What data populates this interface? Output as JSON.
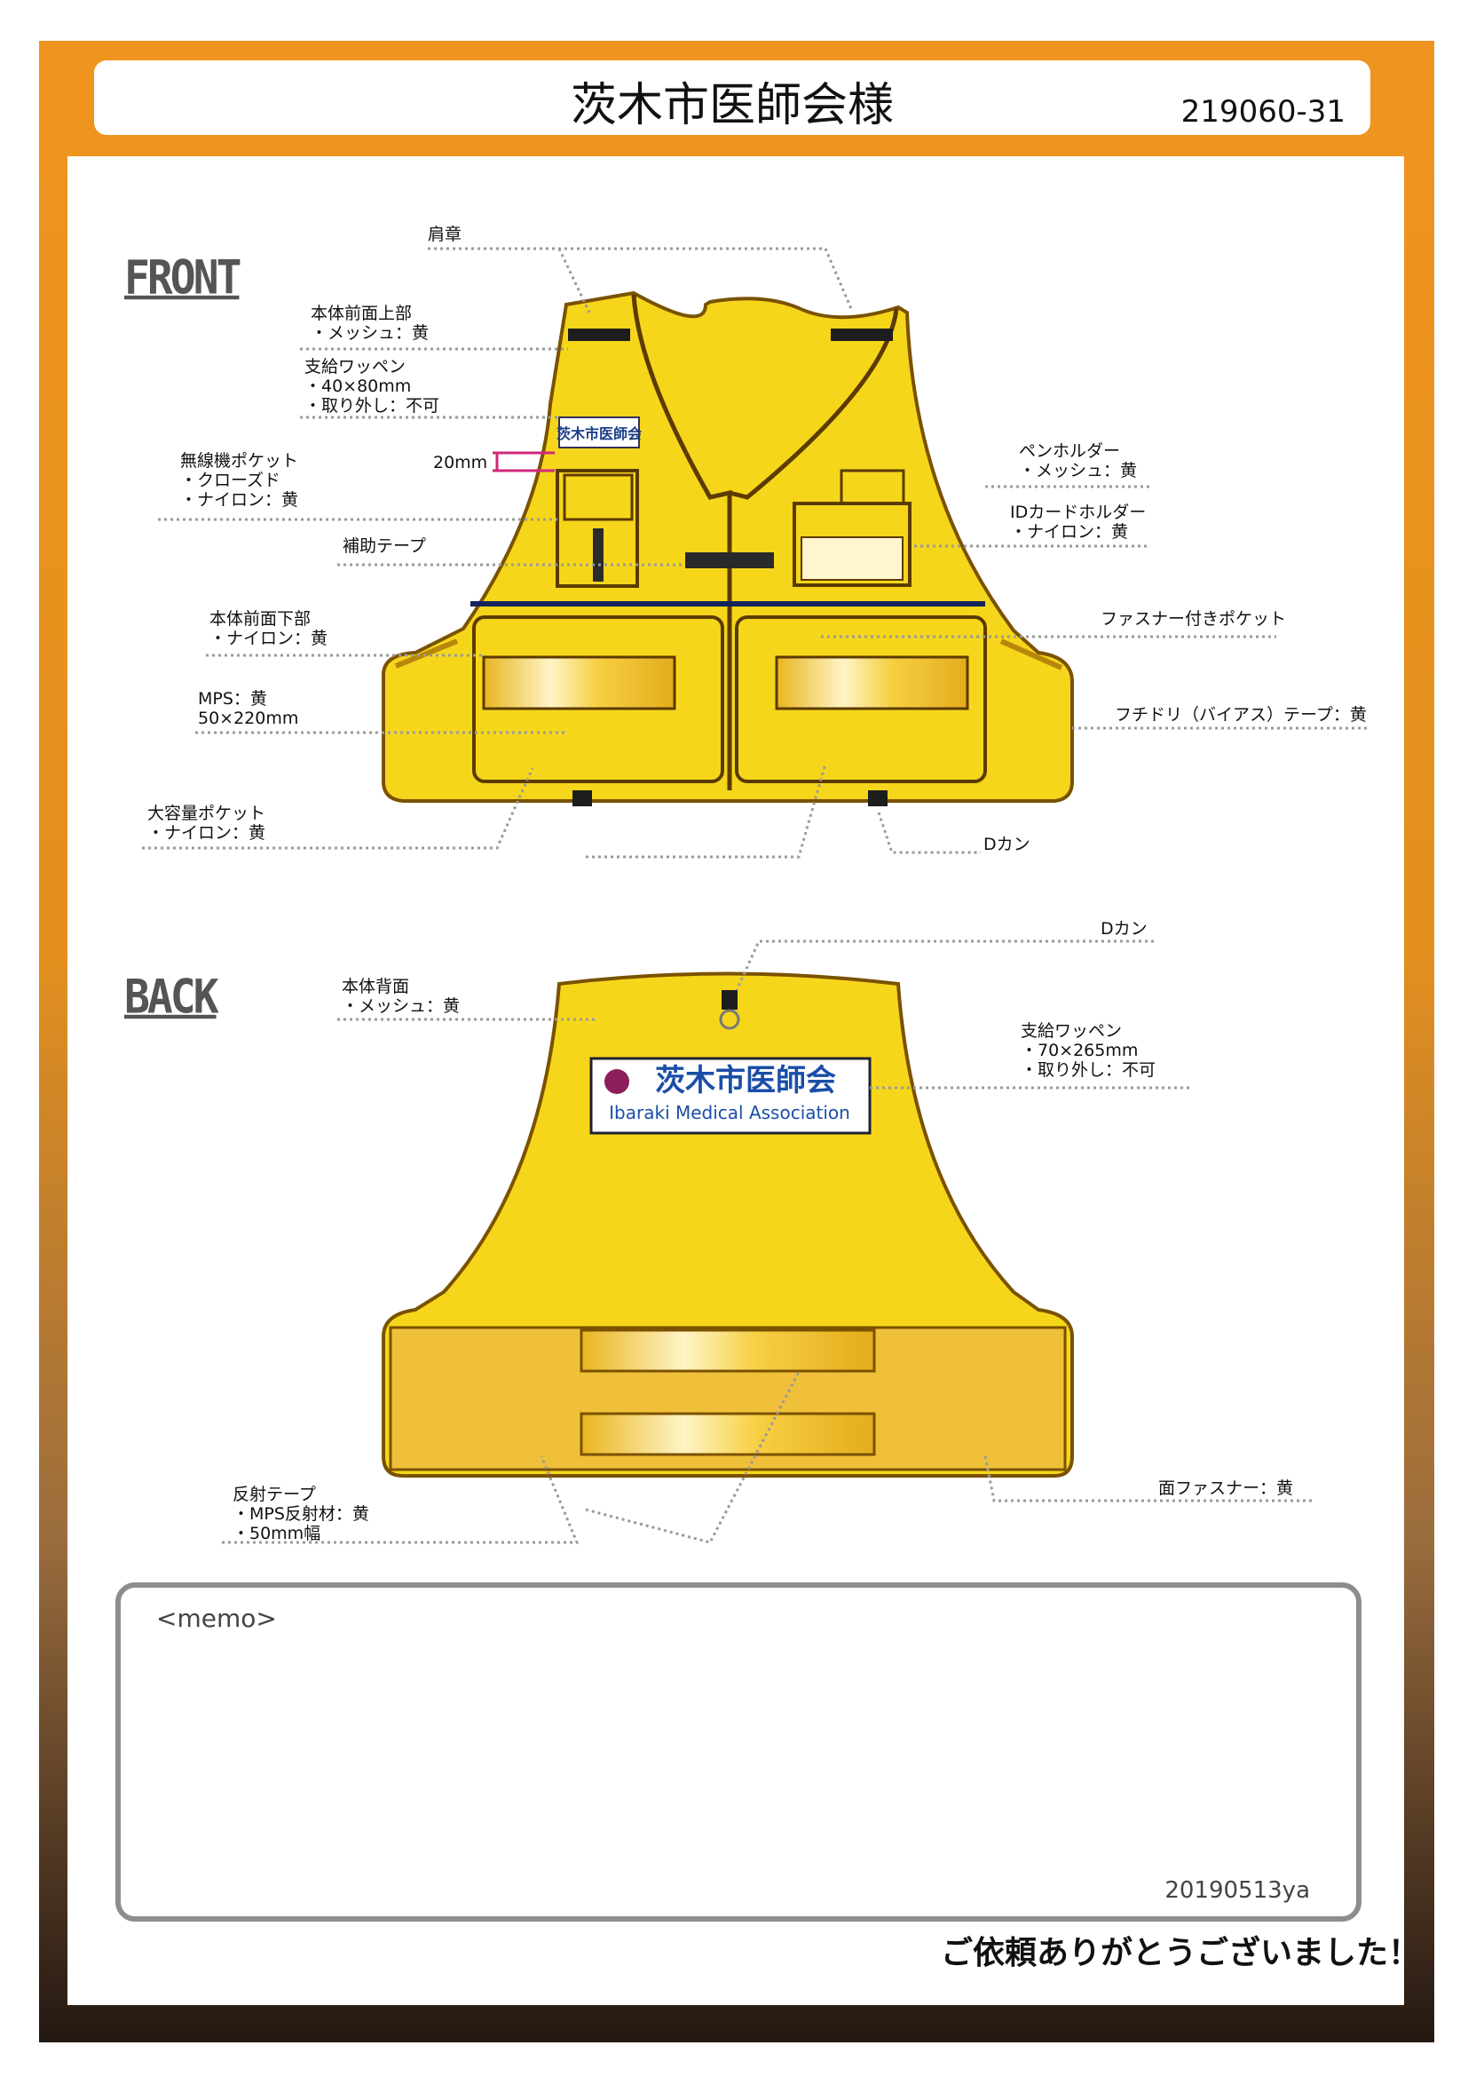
{
  "header": {
    "title": "茨木市医師会様",
    "code": "219060-31"
  },
  "front": {
    "section_title": "FRONT",
    "patch_text": "茨木市医師会",
    "labels": {
      "epaulette": "肩章",
      "upper_body": "本体前面上部\n・メッシュ：黄",
      "small_patch": "支給ワッペン\n・40×80mm\n・取り外し：不可",
      "dimension": "20mm",
      "radio_pocket": "無線機ポケット\n・クローズド\n・ナイロン：黄",
      "aux_tape": "補助テープ",
      "lower_body": "本体前面下部\n・ナイロン：黄",
      "mps": "MPS：黄\n50×220mm",
      "large_pocket": "大容量ポケット\n・ナイロン：黄",
      "pen_holder": "ペンホルダー\n・メッシュ：黄",
      "id_holder": "IDカードホルダー\n・ナイロン：黄",
      "zip_pocket": "ファスナー付きポケット",
      "binding_tape": "フチドリ（バイアス）テープ：黄",
      "d_ring": "Dカン"
    }
  },
  "back": {
    "section_title": "BACK",
    "patch_title": "茨木市医師会",
    "patch_subtitle": "Ibaraki Medical Association",
    "labels": {
      "d_ring": "Dカン",
      "back_body": "本体背面\n・メッシュ：黄",
      "patch": "支給ワッペン\n・70×265mm\n・取り外し：不可",
      "reflective_tape": "反射テープ\n・MPS反射材：黄\n・50mm幅",
      "hook_loop": "面ファスナー：黄"
    }
  },
  "memo": {
    "label": "<memo>",
    "date": "20190513ya"
  },
  "footer": {
    "thanks": "ご依頼ありがとうございました！"
  },
  "colors": {
    "frame_orange": "#ef941f",
    "vest_yellow": "#f6d61b",
    "binding": "#b8860b",
    "reflective": "#f1c02a"
  }
}
